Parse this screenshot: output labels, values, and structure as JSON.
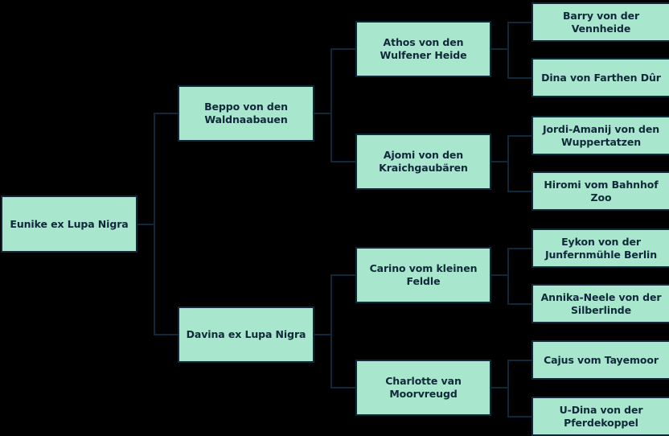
{
  "diagram": {
    "type": "pedigree-tree",
    "title": "Eunike ex Lupa Nigra pedigree",
    "background_color": "#000000",
    "node_fill_color": "#a8e6ce",
    "node_border_color": "#10293a",
    "connector_color": "#10293a",
    "text_color": "#10293a",
    "generations": 4
  },
  "nodes": {
    "root": {
      "label": "Eunike ex Lupa Nigra"
    },
    "gen2": [
      {
        "label": "Beppo von den Waldnaabauen"
      },
      {
        "label": "Davina ex Lupa Nigra"
      }
    ],
    "gen3": [
      {
        "label": "Athos von den Wulfener Heide"
      },
      {
        "label": "Ajomi von den Kraichgaubären"
      },
      {
        "label": "Carino vom kleinen Feldle"
      },
      {
        "label": "Charlotte van Moorvreugd"
      }
    ],
    "gen4": [
      {
        "label": "Barry von der Vennheide"
      },
      {
        "label": "Dina von Farthen Dûr"
      },
      {
        "label": "Jordi-Amanij von den Wuppertatzen"
      },
      {
        "label": "Hiromi vom Bahnhof Zoo"
      },
      {
        "label": "Eykon von der Junfernmühle Berlin"
      },
      {
        "label": "Annika-Neele von der Silberlinde"
      },
      {
        "label": "Cajus vom Tayemoor"
      },
      {
        "label": "U-Dina von der Pferdekoppel"
      }
    ]
  }
}
